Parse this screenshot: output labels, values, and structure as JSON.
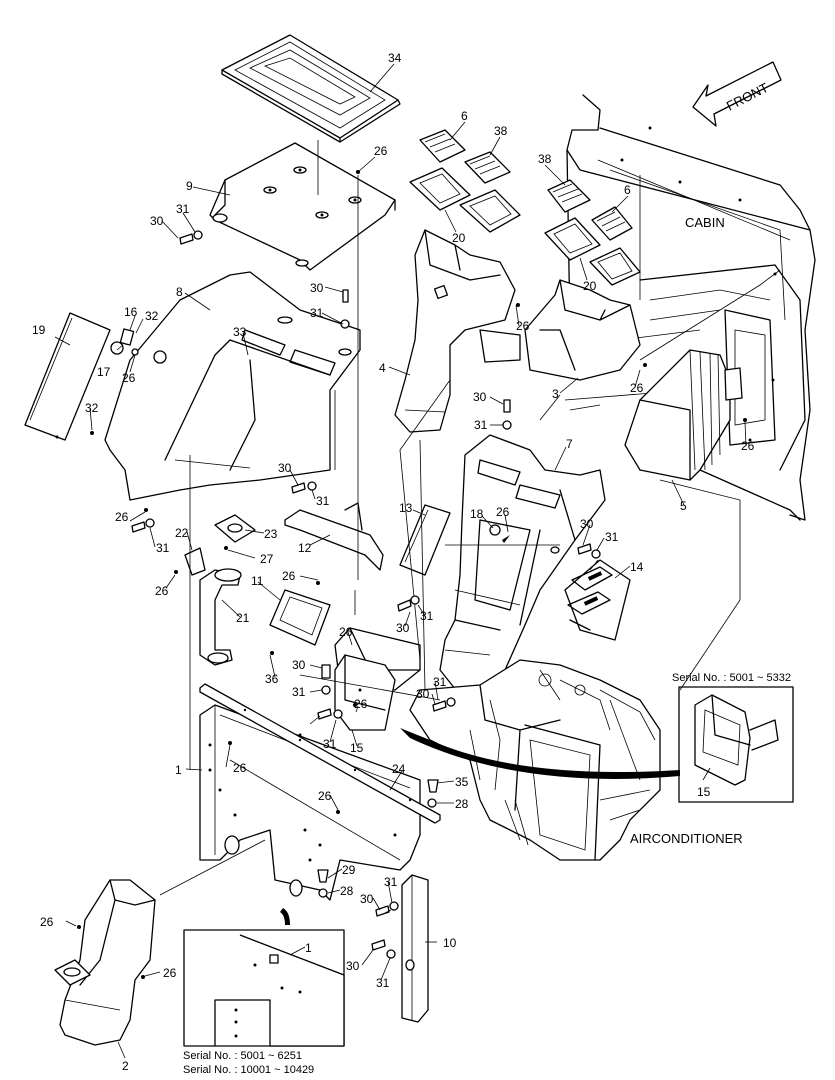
{
  "labels": {
    "front": "FRONT",
    "cabin": "CABIN",
    "airconditioner": "AIRCONDITIONER",
    "serial_right": "Serial No. : 5001 ~ 5332",
    "serial_left_1": "Serial No. : 5001 ~ 6251",
    "serial_left_2": "Serial No. : 10001 ~ 10429"
  },
  "parts": [
    "34",
    "26",
    "6",
    "38",
    "9",
    "31",
    "30",
    "38",
    "6",
    "20",
    "20",
    "8",
    "30",
    "16",
    "32",
    "31",
    "19",
    "33",
    "17",
    "26",
    "26",
    "4",
    "3",
    "32",
    "30",
    "31",
    "26",
    "26",
    "30",
    "7",
    "5",
    "31",
    "26",
    "13",
    "18",
    "26",
    "30",
    "31",
    "23",
    "12",
    "31",
    "22",
    "27",
    "14",
    "26",
    "26",
    "11",
    "21",
    "30",
    "31",
    "26",
    "36",
    "30",
    "31",
    "30",
    "26",
    "15",
    "31",
    "31",
    "1",
    "24",
    "35",
    "26",
    "28",
    "26",
    "29",
    "28",
    "31",
    "30",
    "26",
    "10",
    "30",
    "26",
    "31",
    "1",
    "2",
    "15"
  ]
}
